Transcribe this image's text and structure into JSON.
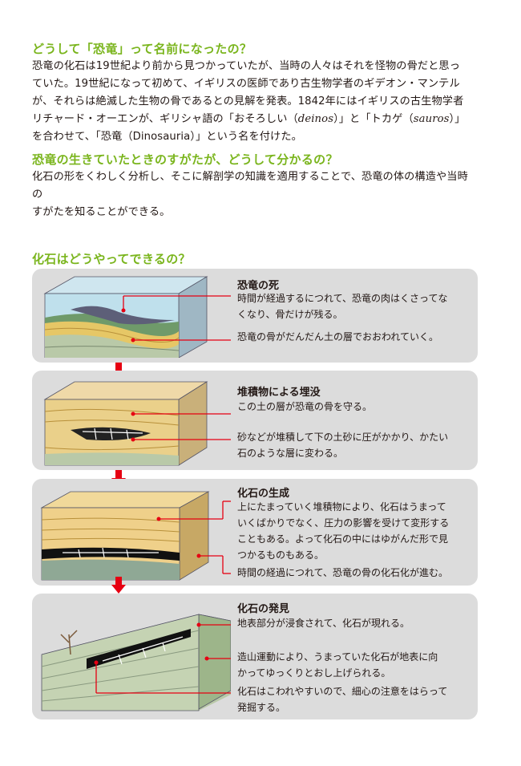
{
  "sections": [
    {
      "heading": "どうして「恐竜」って名前になったの？",
      "body_lines": [
        "恐竜の化石は19世紀より前から見つかっていたが、当時の人々はそれを怪物の骨だと思っ",
        "ていた。19世紀になって初めて、イギリスの医師であり古生物学者のギデオン・マンテル",
        "が、それらは絶滅した生物の骨であるとの見解を発表。1842年にはイギリスの古生物学者"
      ],
      "line4_pre": "リチャード・オーエンが、ギリシャ語の「おそろしい（",
      "line4_term1": "deinos",
      "line4_mid": "）」と「トカゲ（",
      "line4_term2": "sauros",
      "line4_post": "）」",
      "line5": "を合わせて、「恐竜（Dinosauria）」という名を付けた。"
    },
    {
      "heading": "恐竜の生きていたときのすがたが、どうして分かるの？",
      "body_lines": [
        "化石の形をくわしく分析し、そこに解剖学の知識を適用することで、恐竜の体の構造や当時の",
        "すがたを知ることができる。"
      ]
    },
    {
      "heading": "化石はどうやってできるの？"
    }
  ],
  "steps": [
    {
      "title": "恐竜の死",
      "notes": [
        [
          "時間が経過するにつれて、恐竜の肉はくさってな",
          "くなり、骨だけが残る。"
        ],
        [
          "恐竜の骨がだんだん土の層でおおわれていく。"
        ]
      ]
    },
    {
      "title": "堆積物による埋没",
      "notes": [
        [
          "この土の層が恐竜の骨を守る。"
        ],
        [
          "砂などが堆積して下の土砂に圧がかかり、かたい",
          "石のような層に変わる。"
        ]
      ]
    },
    {
      "title": "化石の生成",
      "notes": [
        [
          "上にたまっていく堆積物により、化石はうまって",
          "いくばかりでなく、圧力の影響を受けて変形する",
          "こともある。よって化石の中にはゆがんだ形で見",
          "つかるものもある。"
        ],
        [
          "時間の経過につれて、恐竜の骨の化石化が進む。"
        ]
      ]
    },
    {
      "title": "化石の発見",
      "notes": [
        [
          "地表部分が浸食されて、化石が現れる。"
        ],
        [
          "造山運動により、うまっていた化石が地表に向",
          "かってゆっくりとおし上げられる。"
        ],
        [
          "化石はこわれやすいので、細心の注意をはらって",
          "発掘する。"
        ]
      ]
    }
  ],
  "colors": {
    "heading": "#7ab51d",
    "accent": "#e60012",
    "panel": "#dcdcdc"
  }
}
